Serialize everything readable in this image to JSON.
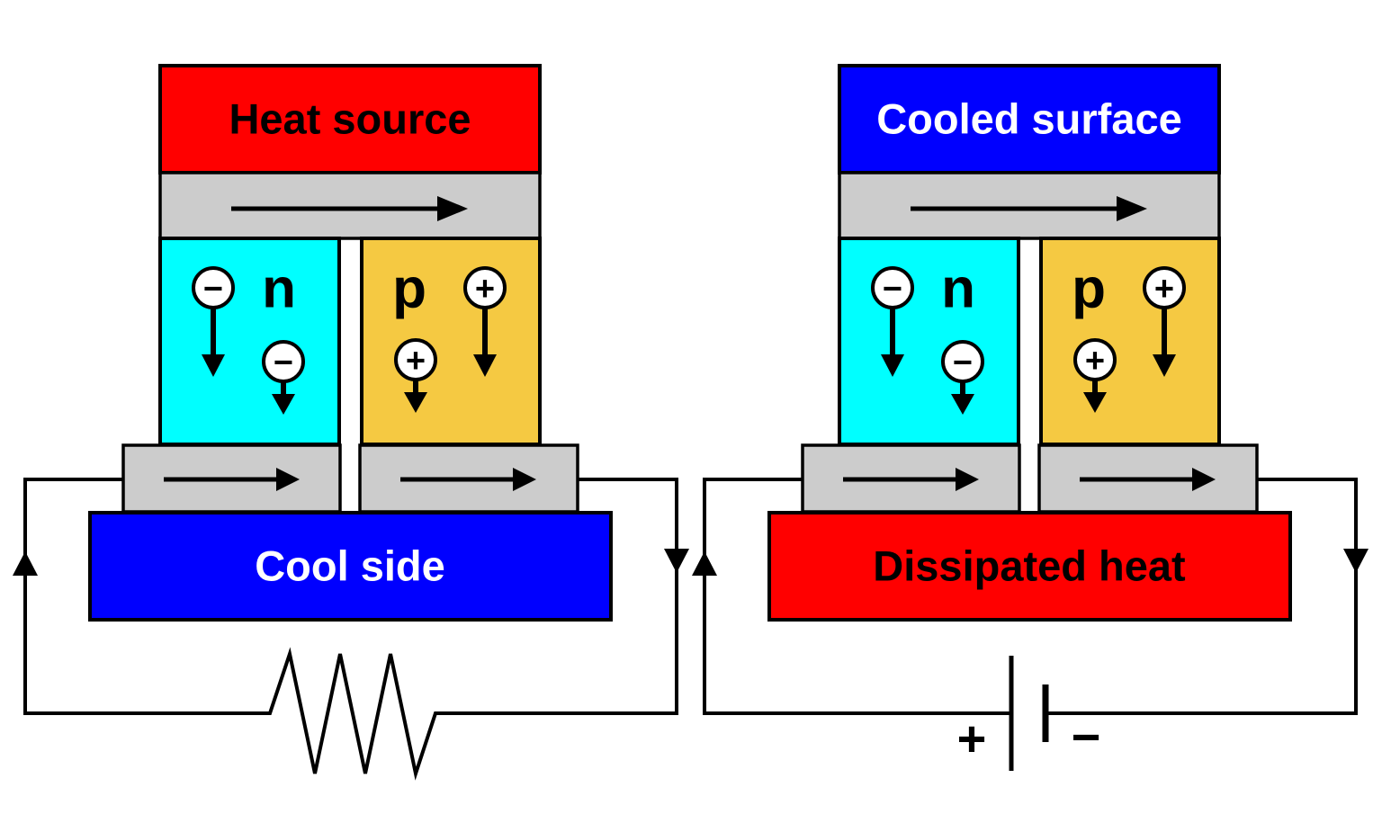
{
  "diagram": {
    "background": "#ffffff",
    "colors": {
      "hot_red": "#ff0000",
      "cold_blue": "#0000ff",
      "n_type_cyan": "#00ffff",
      "p_type_yellow": "#f5c942",
      "conductor_gray": "#cccccc",
      "line_black": "#000000",
      "carrier_white": "#ffffff"
    },
    "symbols": {
      "minus": "−",
      "plus": "+",
      "heat_flow_arrow": "→",
      "carrier_motion_arrow": "↓",
      "current_arrow_up": "▲",
      "current_arrow_down": "▼"
    },
    "left_panel": {
      "top_plate_label": "Heat source",
      "bottom_plate_label": "Cool side",
      "n_leg_label": "n",
      "p_leg_label": "p",
      "circuit_component": "resistor"
    },
    "right_panel": {
      "top_plate_label": "Cooled surface",
      "bottom_plate_label": "Dissipated heat",
      "n_leg_label": "n",
      "p_leg_label": "p",
      "circuit_component": "battery",
      "battery_plus_label": "+",
      "battery_minus_label": "−"
    }
  }
}
